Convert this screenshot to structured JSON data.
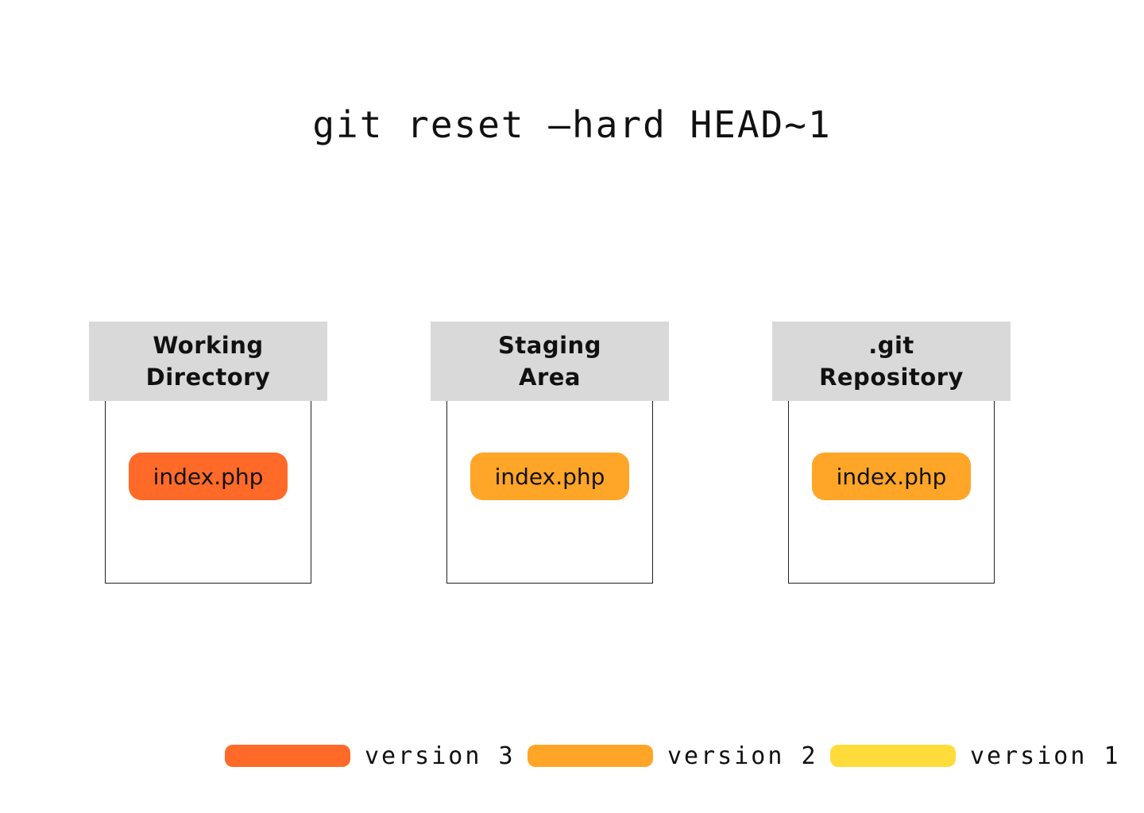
{
  "title": "git reset —hard HEAD~1",
  "areas": [
    {
      "label": "Working\nDirectory",
      "file": {
        "name": "index.php",
        "version": "version 3",
        "color": "#ff6a28"
      }
    },
    {
      "label": "Staging\nArea",
      "file": {
        "name": "index.php",
        "version": "version 2",
        "color": "#ffa528"
      }
    },
    {
      "label": ".git\nRepository",
      "file": {
        "name": "index.php",
        "version": "version 2",
        "color": "#ffa528"
      }
    }
  ],
  "legend": [
    {
      "label": "version 3",
      "color": "#ff6a28"
    },
    {
      "label": "version 2",
      "color": "#ffa528"
    },
    {
      "label": "version 1",
      "color": "#ffdc3a"
    }
  ],
  "colors": {
    "header_background": "#d9d9d9",
    "border": "#222222",
    "text": "#111111"
  }
}
